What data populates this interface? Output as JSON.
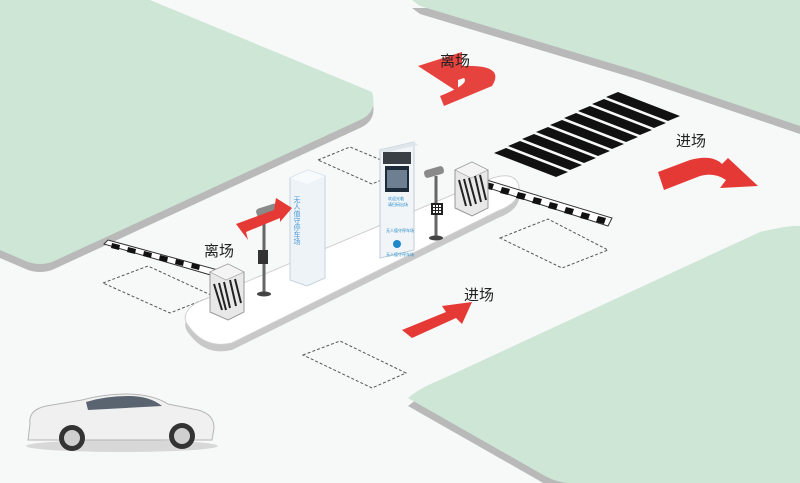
{
  "labels": {
    "exit_top": "离场",
    "exit_left": "离场",
    "entry_right": "进场",
    "entry_center": "进场"
  },
  "kiosk": {
    "brand": "无人值守停车场",
    "line1": "欢迎光临",
    "line2": "请扫码出场",
    "footer": "无人值守停车场"
  },
  "pillar": {
    "text": "无人值守停车场"
  },
  "colors": {
    "grass": "#cde6d6",
    "road": "#ffffff",
    "curb_shadow": "#b9b9b9",
    "arrow": "#e53935",
    "kiosk_accent": "#1e88c8"
  }
}
